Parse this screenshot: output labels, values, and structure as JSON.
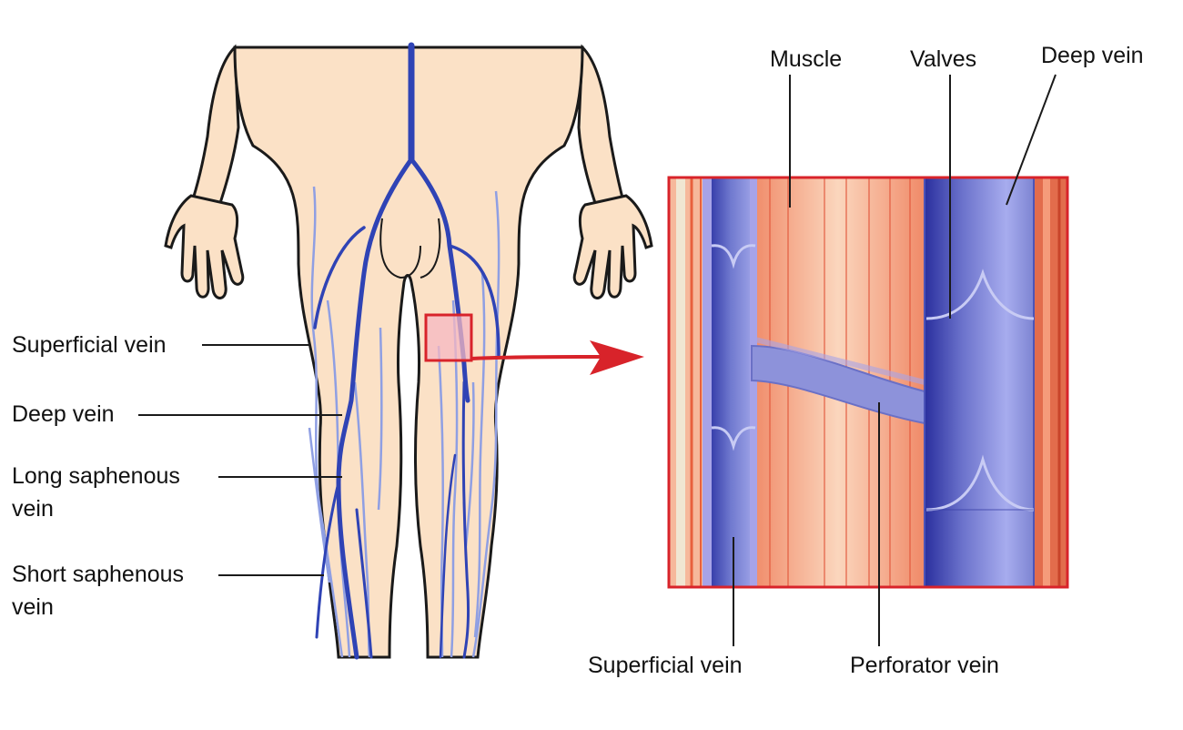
{
  "left_labels": {
    "superficial_vein": "Superficial vein",
    "deep_vein": "Deep vein",
    "long_saphenous_line1": "Long saphenous",
    "long_saphenous_line2": "vein",
    "short_saphenous_line1": "Short saphenous",
    "short_saphenous_line2": "vein"
  },
  "detail_labels": {
    "muscle": "Muscle",
    "valves": "Valves",
    "deep_vein": "Deep vein",
    "superficial_vein": "Superficial vein",
    "perforator_vein": "Perforator vein"
  },
  "colors": {
    "skin": "#fbe1c6",
    "outline": "#1a1a1a",
    "vein_blue": "#2f43b5",
    "light_vein": "#8f9fe3",
    "muscle": "#f2a07f",
    "muscle_dark": "#e2553a",
    "vessel_purple": "#7e85d4",
    "highlight_red": "#d8232a"
  }
}
